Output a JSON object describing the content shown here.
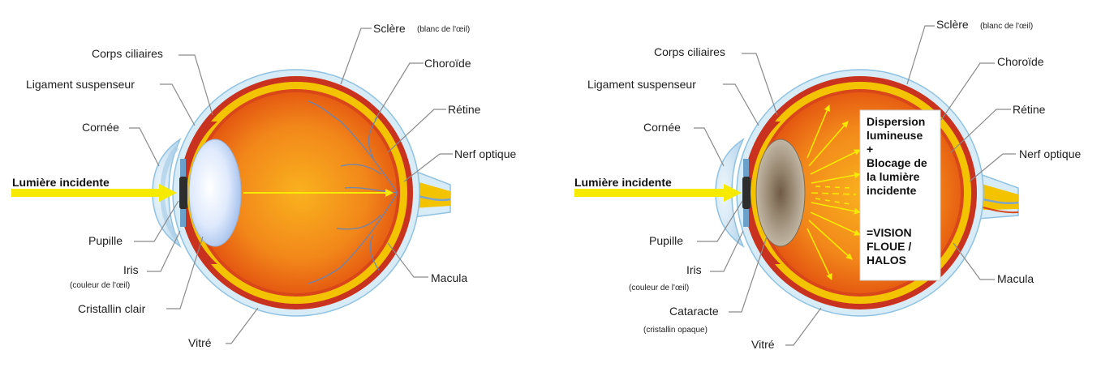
{
  "colors": {
    "sclera_outer": "#d8ecf8",
    "sclera_edge": "#8fc2e2",
    "choroid": "#c8321e",
    "retina": "#f4c300",
    "vitreous_center": "#f7a61a",
    "vitreous_edge": "#e7550f",
    "lens_clear": "#d7e6fb",
    "lens_cataract": "#a99a85",
    "light_arrow": "#f5ea00"
  },
  "left_diagram": {
    "incident_light": "Lumière incidente",
    "labels": {
      "sclera": "Sclère",
      "sclera_note": "(blanc de l'œil)",
      "ciliary": "Corps ciliaires",
      "choroid": "Choroïde",
      "ligament": "Ligament suspenseur",
      "retina": "Rétine",
      "cornea": "Cornée",
      "optic_nerve": "Nerf optique",
      "pupil": "Pupille",
      "iris": "Iris",
      "iris_note": "(couleur de l'œil)",
      "macula": "Macula",
      "lens": "Cristallin clair",
      "vitreous": "Vitré"
    }
  },
  "right_diagram": {
    "incident_light": "Lumière incidente",
    "labels": {
      "sclera": "Sclère",
      "sclera_note": "(blanc de l'œil)",
      "ciliary": "Corps ciliaires",
      "choroid": "Choroïde",
      "ligament": "Ligament suspenseur",
      "retina": "Rétine",
      "cornea": "Cornée",
      "optic_nerve": "Nerf optique",
      "pupil": "Pupille",
      "iris": "Iris",
      "iris_note": "(couleur de l'œil)",
      "macula": "Macula",
      "cataract": "Cataracte",
      "cataract_note": "(cristallin opaque)",
      "vitreous": "Vitré"
    },
    "callout_lines": [
      "Dispersion",
      "lumineuse",
      "+",
      "Blocage de",
      "la lumière",
      "incidente",
      "",
      "=VISION",
      "FLOUE /",
      "HALOS"
    ]
  }
}
